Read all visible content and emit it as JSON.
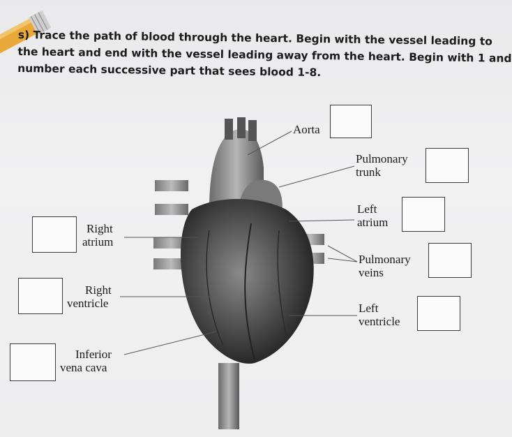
{
  "prompt": {
    "line1": "s) Trace the path of blood through the heart. Begin with the vessel leading to",
    "line2": "the heart and end with the vessel leading away from the heart. Begin with 1 and",
    "line3": "number each successive part that sees blood 1-8."
  },
  "labels": {
    "aorta": "Aorta",
    "pulmonary_trunk_1": "Pulmonary",
    "pulmonary_trunk_2": "trunk",
    "left_atrium_1": "Left",
    "left_atrium_2": "atrium",
    "pulmonary_veins_1": "Pulmonary",
    "pulmonary_veins_2": "veins",
    "left_ventricle_1": "Left",
    "left_ventricle_2": "ventricle",
    "right_atrium_1": "Right",
    "right_atrium_2": "atrium",
    "right_ventricle_1": "Right",
    "right_ventricle_2": "ventricle",
    "inferior_vena_cava_1": "Inferior",
    "inferior_vena_cava_2": "vena cava"
  },
  "answers": {
    "aorta": "",
    "pulmonary_trunk": "",
    "left_atrium": "",
    "pulmonary_veins": "",
    "left_ventricle": "",
    "right_atrium": "",
    "right_ventricle": "",
    "inferior_vena_cava": ""
  }
}
